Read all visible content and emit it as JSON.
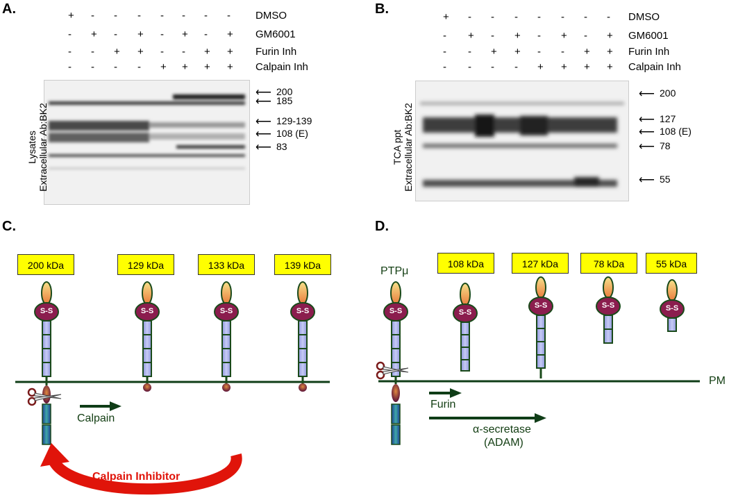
{
  "panelA": {
    "label": "A.",
    "conditions": [
      {
        "name": "DMSO",
        "signs": [
          "+",
          "-",
          "-",
          "-",
          "-",
          "-",
          "-",
          "-"
        ]
      },
      {
        "name": "GM6001",
        "signs": [
          "-",
          "+",
          "-",
          "+",
          "-",
          "+",
          "-",
          "+"
        ]
      },
      {
        "name": "Furin Inh",
        "signs": [
          "-",
          "-",
          "+",
          "+",
          "-",
          "-",
          "+",
          "+"
        ]
      },
      {
        "name": "Calpain Inh",
        "signs": [
          "-",
          "-",
          "-",
          "-",
          "+",
          "+",
          "+",
          "+"
        ]
      }
    ],
    "ylabel_line1": "Lysates",
    "ylabel_line2": "Extracellular Ab:BK2",
    "markers": [
      "200",
      "185",
      "129-139",
      "108 (E)",
      "83"
    ]
  },
  "panelB": {
    "label": "B.",
    "conditions": [
      {
        "name": "DMSO",
        "signs": [
          "+",
          "-",
          "-",
          "-",
          "-",
          "-",
          "-",
          "-"
        ]
      },
      {
        "name": "GM6001",
        "signs": [
          "-",
          "+",
          "-",
          "+",
          "-",
          "+",
          "-",
          "+"
        ]
      },
      {
        "name": "Furin Inh",
        "signs": [
          "-",
          "-",
          "+",
          "+",
          "-",
          "-",
          "+",
          "+"
        ]
      },
      {
        "name": "Calpain Inh",
        "signs": [
          "-",
          "-",
          "-",
          "-",
          "+",
          "+",
          "+",
          "+"
        ]
      }
    ],
    "ylabel_line1": "TCA ppt",
    "ylabel_line2": "Extracellular Ab:BK2",
    "markers": [
      "200",
      "127",
      "108 (E)",
      "78",
      "55"
    ]
  },
  "panelC": {
    "label": "C.",
    "kda_boxes": [
      "200 kDa",
      "129 kDa",
      "133 kDa",
      "139 kDa"
    ],
    "ss_label": "S-S",
    "calpain_label": "Calpain",
    "inhibitor_label": "Calpain Inhibitor"
  },
  "panelD": {
    "label": "D.",
    "protein_label": "PTPμ",
    "kda_boxes": [
      "108 kDa",
      "127 kDa",
      "78 kDa",
      "55 kDa"
    ],
    "ss_label": "S-S",
    "pm_label": "PM",
    "furin_label": "Furin",
    "secretase_line1": "α-secretase",
    "secretase_line2": "(ADAM)"
  },
  "colors": {
    "membrane": "#0f3d17",
    "ss_domain": "#8b1d4e",
    "fn_domain": "#aab0e8",
    "ig_domain": "#f0b060",
    "cyto_domain": "#1b3a8a",
    "kda_box": "#ffff00",
    "inhibitor_arrow": "#e0140a",
    "arrow_green": "#0f3d17"
  }
}
